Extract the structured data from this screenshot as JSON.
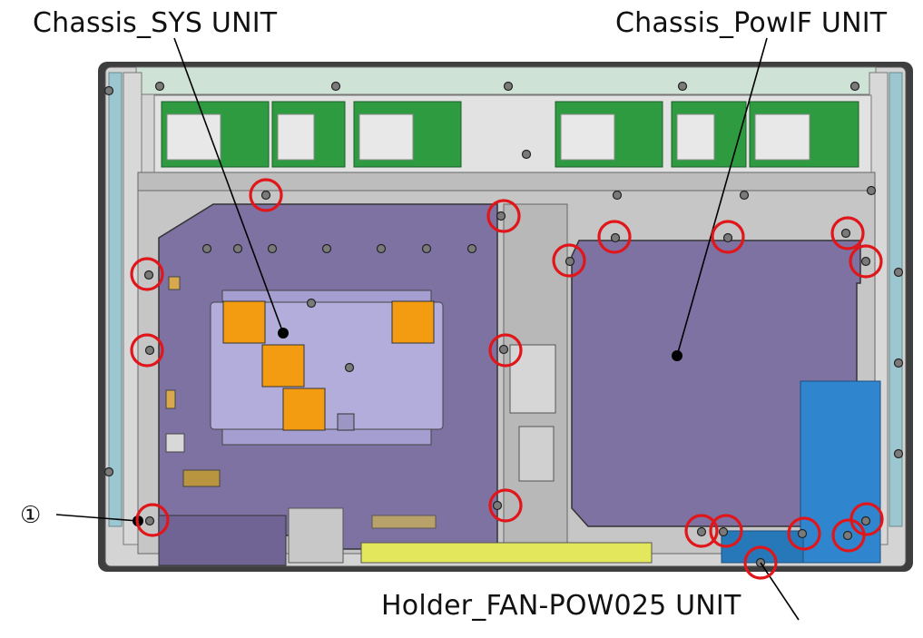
{
  "labels": {
    "chassis_sys": "Chassis_SYS UNIT",
    "chassis_powif": "Chassis_PowIF UNIT",
    "holder_fan": "Holder_FAN-POW025 UNIT",
    "item_number": "①"
  },
  "colors": {
    "frame": "#4a4a4a",
    "chassis_gray": "#c9c9c9",
    "sys_plate": "#7d6f9f",
    "powif_plate": "#7d6f9f",
    "lcd_panel": "#b4aedb",
    "pad_orange": "#f39c12",
    "pcb_green": "#2a9a3c",
    "fan_holder_blue": "#2f80c8",
    "rail_blue": "#9cc6d0",
    "highlight_circle": "#e0161b",
    "yellow_strip": "#e6ea5a"
  }
}
